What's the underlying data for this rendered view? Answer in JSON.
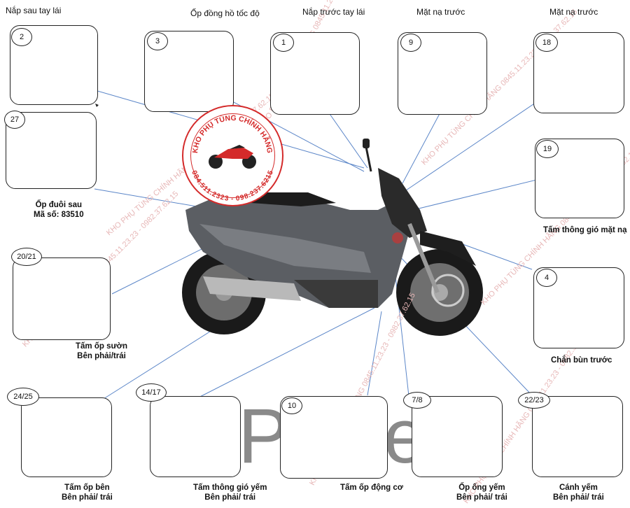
{
  "parts": [
    {
      "id": "nap-sau-tay-lai",
      "num": "2",
      "title": "Nắp sau tay lái",
      "caption": []
    },
    {
      "id": "op-dong-ho",
      "num": "3",
      "title": "Ốp đồng hồ tốc độ",
      "caption": []
    },
    {
      "id": "nap-truoc-tay-lai",
      "num": "1",
      "title": "Nắp trước tay lái",
      "caption": []
    },
    {
      "id": "mat-na-truoc-9",
      "num": "9",
      "title": "Mặt nạ trước",
      "caption": []
    },
    {
      "id": "mat-na-truoc-18",
      "num": "18",
      "title": "Mặt nạ trước",
      "caption": []
    },
    {
      "id": "op-duoi-sau",
      "num": "27",
      "title": "",
      "caption": [
        "Ốp đuôi sau",
        "Mã số: 83510"
      ]
    },
    {
      "id": "tam-thong-gio-mat-na",
      "num": "19",
      "title": "",
      "caption": [
        "Tấm thông gió mặt nạ"
      ]
    },
    {
      "id": "tam-op-suon",
      "num": "20/21",
      "title": "",
      "caption": [
        "Tấm ốp sườn",
        "Bên phải/trái"
      ]
    },
    {
      "id": "chan-bun-truoc",
      "num": "4",
      "title": "",
      "caption": [
        "Chắn bùn trước"
      ]
    },
    {
      "id": "tam-op-ben",
      "num": "24/25",
      "title": "",
      "caption": [
        "Tấm ốp bên",
        "Bên phải/ trái"
      ]
    },
    {
      "id": "tam-thong-gio-yem",
      "num": "14/17",
      "title": "",
      "caption": [
        "Tấm thông gió yếm",
        "Bên phải/ trái"
      ]
    },
    {
      "id": "tam-op-dong-co",
      "num": "10",
      "title": "",
      "caption": [
        "Tấm ốp động cơ"
      ]
    },
    {
      "id": "op-ong-yem",
      "num": "7/8",
      "title": "",
      "caption": [
        "Ốp ống yếm",
        "Bên phải/ trái"
      ]
    },
    {
      "id": "canh-yem",
      "num": "22/23",
      "title": "",
      "caption": [
        "Cánh yếm",
        "Bên phải/ trái"
      ]
    }
  ],
  "stamp": {
    "top_text": "KHO PHỤ TÙNG CHÍNH HÃNG",
    "bottom_text": "084.511.2323 - 098.237.6215"
  },
  "watermark": "KHO PHỤ TÙNG CHÍNH HÃNG 0845.11.23.23 - 0982.37.62.15",
  "page_text": "Page 1",
  "colors": {
    "stamp_red": "#d42a2a",
    "leader_line": "#5b86c8",
    "watermark": "#e7b7b7"
  }
}
